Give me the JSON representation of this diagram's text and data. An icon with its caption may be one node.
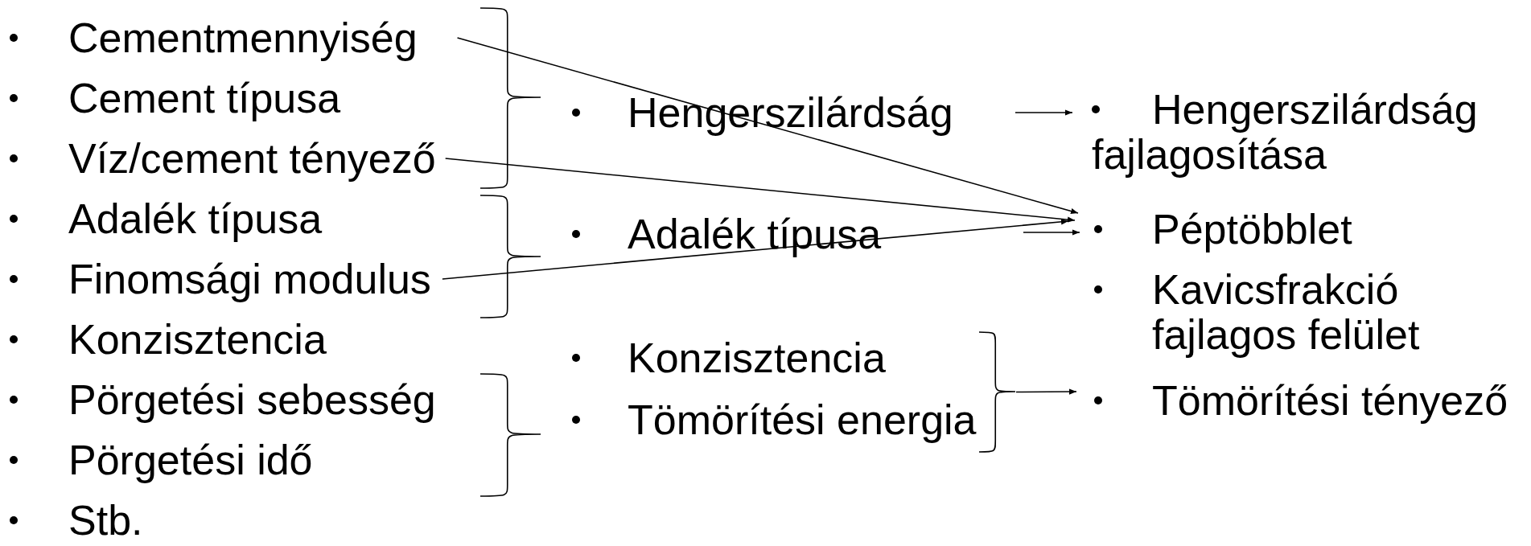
{
  "diagram": {
    "nodes": [
      {
        "text": [
          "Cementmennyiség"
        ]
      },
      {
        "text": [
          "Cement típusa"
        ]
      },
      {
        "text": [
          "Víz/cement tényező"
        ]
      },
      {
        "text": [
          "Adalék típusa"
        ]
      },
      {
        "text": [
          "Finomsági modulus"
        ]
      },
      {
        "text": [
          "Konzisztencia"
        ]
      },
      {
        "text": [
          "Pörgetési sebesség"
        ]
      },
      {
        "text": [
          "Pörgetési idő"
        ]
      },
      {
        "text": [
          "Stb."
        ]
      },
      {
        "text": [
          "Hengerszilárdság"
        ]
      },
      {
        "text": [
          "Adalék típusa"
        ]
      },
      {
        "text": [
          "Konzisztencia"
        ]
      },
      {
        "text": [
          "Tömörítési energia"
        ]
      },
      {
        "text": [
          "Hengerszilárdság fajlagosítása"
        ]
      },
      {
        "text": [
          "Péptöbblet"
        ]
      },
      {
        "text": [
          "Kavicsfrakció fajlagos felület"
        ]
      },
      {
        "text": [
          "Tömörítési tényező"
        ]
      },
      {
        "text": [],
        "shape": "brace"
      }
    ],
    "edges": [
      {
        "from": 0,
        "to": 14,
        "arrow": "to"
      },
      {
        "from": 2,
        "to": 14,
        "arrow": "to"
      },
      {
        "from": 4,
        "to": 14,
        "arrow": "to"
      },
      {
        "from": null,
        "to": 13,
        "arrow": "to"
      },
      {
        "from": null,
        "to": 14,
        "arrow": "to"
      },
      {
        "from": 17,
        "to": 16,
        "arrow": "to"
      }
    ]
  }
}
